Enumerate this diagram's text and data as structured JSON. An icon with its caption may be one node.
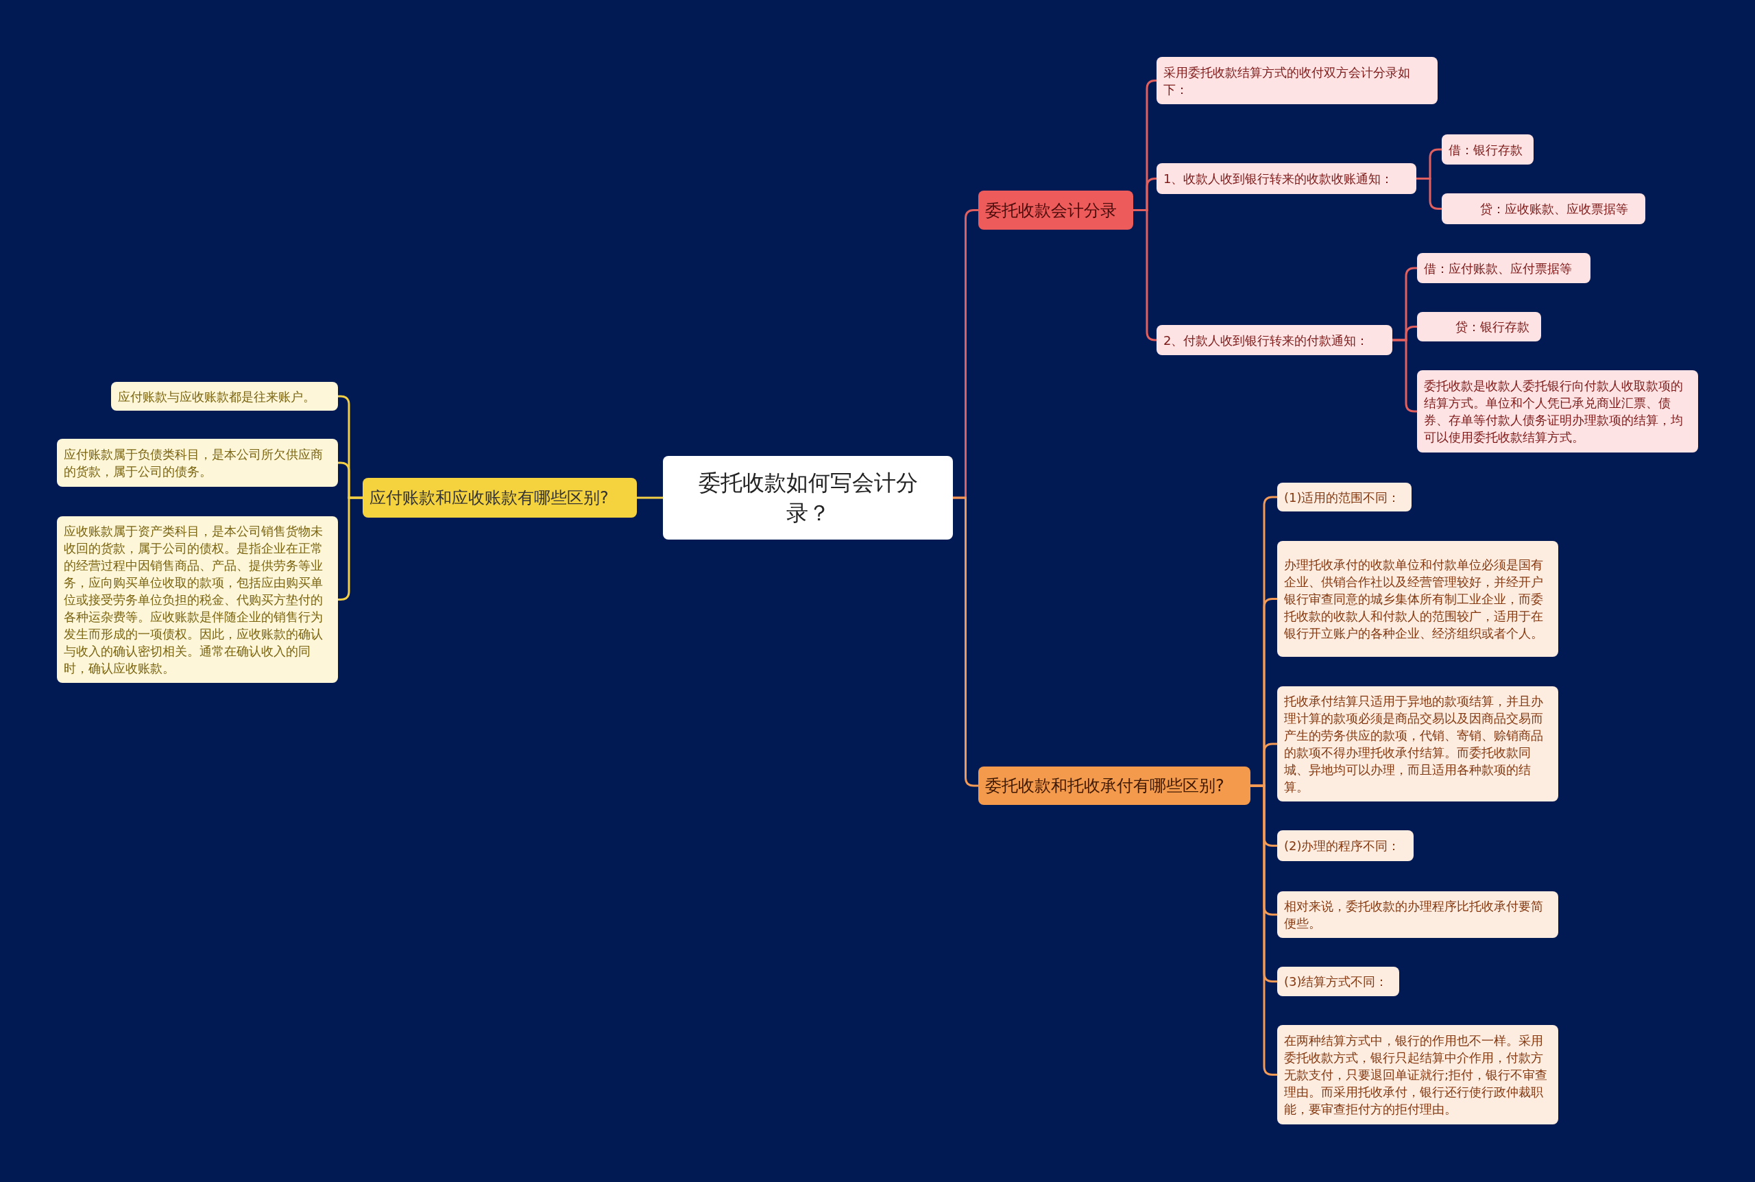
{
  "diagram": {
    "nodes": [
      {
        "text": [
          "委托收款如何写会计分录？"
        ]
      },
      {
        "text": [
          "应付账款和应收账款有哪些区别?"
        ]
      },
      {
        "text": [
          "应付账款与应收账款都是往来账户。"
        ]
      },
      {
        "text": [
          "应付账款属于负债类科目，是本公司所欠供应商的货款，属于公司的债务。"
        ]
      },
      {
        "text": [
          "应收账款属于资产类科目，是本公司销售货物未收回的货款，属于公司的债权。是指企业在正常的经营过程中因销售商品、产品、提供劳务等业务，应向购买单位收取的款项，包括应由购买单位或接受劳务单位负担的税金、代购买方垫付的各种运杂费等。应收账款是伴随企业的销售行为发生而形成的一项债权。因此，应收账款的确认与收入的确认密切相关。通常在确认收入的同时，确认应收账款。"
        ]
      },
      {
        "text": [
          "委托收款会计分录"
        ]
      },
      {
        "text": [
          "采用委托收款结算方式的收付双方会计分录如下："
        ]
      },
      {
        "text": [
          "1、收款人收到银行转来的收款收账通知："
        ]
      },
      {
        "text": [
          "借：银行存款"
        ]
      },
      {
        "text": [
          "贷：应收账款、应收票据等"
        ]
      },
      {
        "text": [
          "2、付款人收到银行转来的付款通知："
        ]
      },
      {
        "text": [
          "借：应付账款、应付票据等"
        ]
      },
      {
        "text": [
          "贷：银行存款"
        ]
      },
      {
        "text": [
          "委托收款是收款人委托银行向付款人收取款项的结算方式。单位和个人凭已承兑商业汇票、债券、存单等付款人债务证明办理款项的结算，均可以使用委托收款结算方式。"
        ]
      },
      {
        "text": [
          "委托收款和托收承付有哪些区别?"
        ]
      },
      {
        "text": [
          "(1)适用的范围不同："
        ]
      },
      {
        "text": [
          "办理托收承付的收款单位和付款单位必须是国有企业、供销合作社以及经营管理较好，并经开户银行审查同意的城乡集体所有制工业企业，而委托收款的收款人和付款人的范围较广，适用于在银行开立账户的各种企业、经济组织或者个人。"
        ]
      },
      {
        "text": [
          "托收承付结算只适用于异地的款项结算，并且办理计算的款项必须是商品交易以及因商品交易而产生的劳务供应的款项，代销、寄销、赊销商品的款项不得办理托收承付结算。而委托收款同城、异地均可以办理，而且适用各种款项的结算。"
        ]
      },
      {
        "text": [
          "(2)办理的程序不同："
        ]
      },
      {
        "text": [
          "相对来说，委托收款的办理程序比托收承付要简便些。"
        ]
      },
      {
        "text": [
          "(3)结算方式不同："
        ]
      },
      {
        "text": [
          "在两种结算方式中，银行的作用也不一样。采用委托收款方式，银行只起结算中介作用，付款方无款支付，只要退回单证就行;拒付，银行不审查理由。而采用托收承付，银行还行使行政仲裁职能，要审查拒付方的拒付理由。"
        ]
      }
    ],
    "edges": [
      {
        "from": 0,
        "to": 1,
        "arrow": "none",
        "color": "#f2cf45"
      },
      {
        "from": 1,
        "to": 2,
        "arrow": "none",
        "color": "#f2cf45"
      },
      {
        "from": 1,
        "to": 3,
        "arrow": "none",
        "color": "#f2cf45"
      },
      {
        "from": 1,
        "to": 4,
        "arrow": "none",
        "color": "#f2cf45"
      },
      {
        "from": 0,
        "to": 5,
        "arrow": "none"
      },
      {
        "from": 5,
        "to": 6,
        "arrow": "none"
      },
      {
        "from": 5,
        "to": 7,
        "arrow": "none"
      },
      {
        "from": 5,
        "to": 10,
        "arrow": "none"
      },
      {
        "from": 7,
        "to": 8,
        "arrow": "none"
      },
      {
        "from": 7,
        "to": 9,
        "arrow": "none"
      },
      {
        "from": 10,
        "to": 11,
        "arrow": "none"
      },
      {
        "from": 10,
        "to": 12,
        "arrow": "none"
      },
      {
        "from": 10,
        "to": 13,
        "arrow": "none"
      },
      {
        "from": 0,
        "to": 14,
        "arrow": "none",
        "color": "#f39a56"
      },
      {
        "from": 14,
        "to": 15,
        "arrow": "none",
        "color": "#f39a56"
      },
      {
        "from": 14,
        "to": 16,
        "arrow": "none",
        "color": "#f39a56"
      },
      {
        "from": 14,
        "to": 17,
        "arrow": "none",
        "color": "#f39a56"
      },
      {
        "from": 14,
        "to": 18,
        "arrow": "none",
        "color": "#f39a56"
      },
      {
        "from": 14,
        "to": 19,
        "arrow": "none",
        "color": "#f39a56"
      },
      {
        "from": 14,
        "to": 20,
        "arrow": "none",
        "color": "#f39a56"
      },
      {
        "from": 14,
        "to": 21,
        "arrow": "none",
        "color": "#f39a56"
      }
    ]
  }
}
